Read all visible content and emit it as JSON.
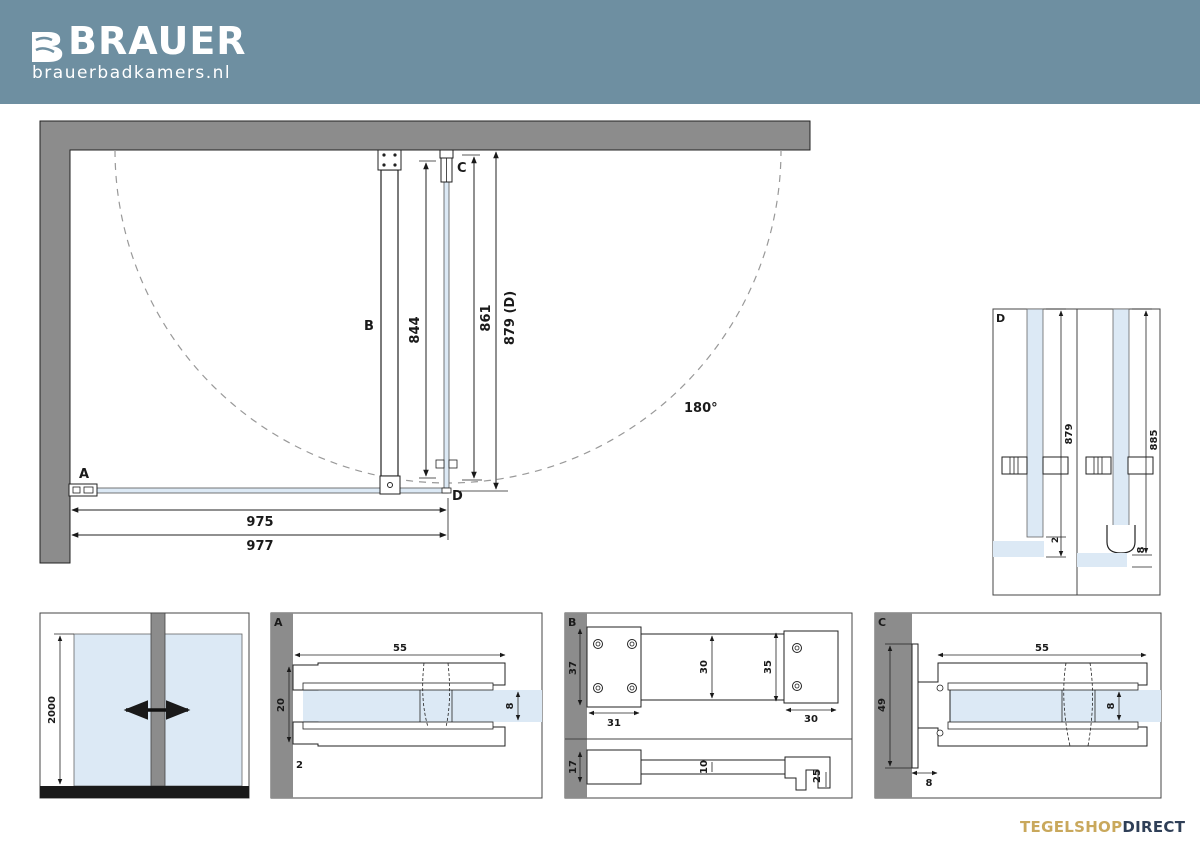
{
  "header": {
    "brand": "BRAUER",
    "website": "brauerbadkamers.nl",
    "background": "#6e8fa1"
  },
  "plan": {
    "label_a": "A",
    "label_b": "B",
    "label_c": "C",
    "label_d": "D",
    "dim_975": "975",
    "dim_977": "977",
    "dim_844": "844",
    "dim_861": "861",
    "dim_879d": "879 (D)",
    "swing_angle": "180°"
  },
  "detail_d": {
    "label": "D",
    "dim_879": "879",
    "dim_2": "2",
    "dim_885": "885",
    "dim_8": "8"
  },
  "elevation": {
    "height": "2000"
  },
  "detail_a": {
    "label": "A",
    "dim_55": "55",
    "dim_20": "20",
    "dim_8": "8",
    "dim_2": "2"
  },
  "detail_b": {
    "label": "B",
    "dim_37": "37",
    "dim_30a": "30",
    "dim_35": "35",
    "dim_31": "31",
    "dim_30b": "30",
    "dim_17": "17",
    "dim_10": "10",
    "dim_25": "25"
  },
  "detail_c": {
    "label": "C",
    "dim_55": "55",
    "dim_49": "49",
    "dim_8a": "8",
    "dim_8b": "8"
  },
  "footer": {
    "shop_part1": "TEGELSHOP",
    "shop_part2": "DIRECT"
  },
  "colors": {
    "wall": "#8c8c8c",
    "glass": "#dce9f5",
    "gold": "#c9a85c",
    "navy": "#2f3f57"
  }
}
